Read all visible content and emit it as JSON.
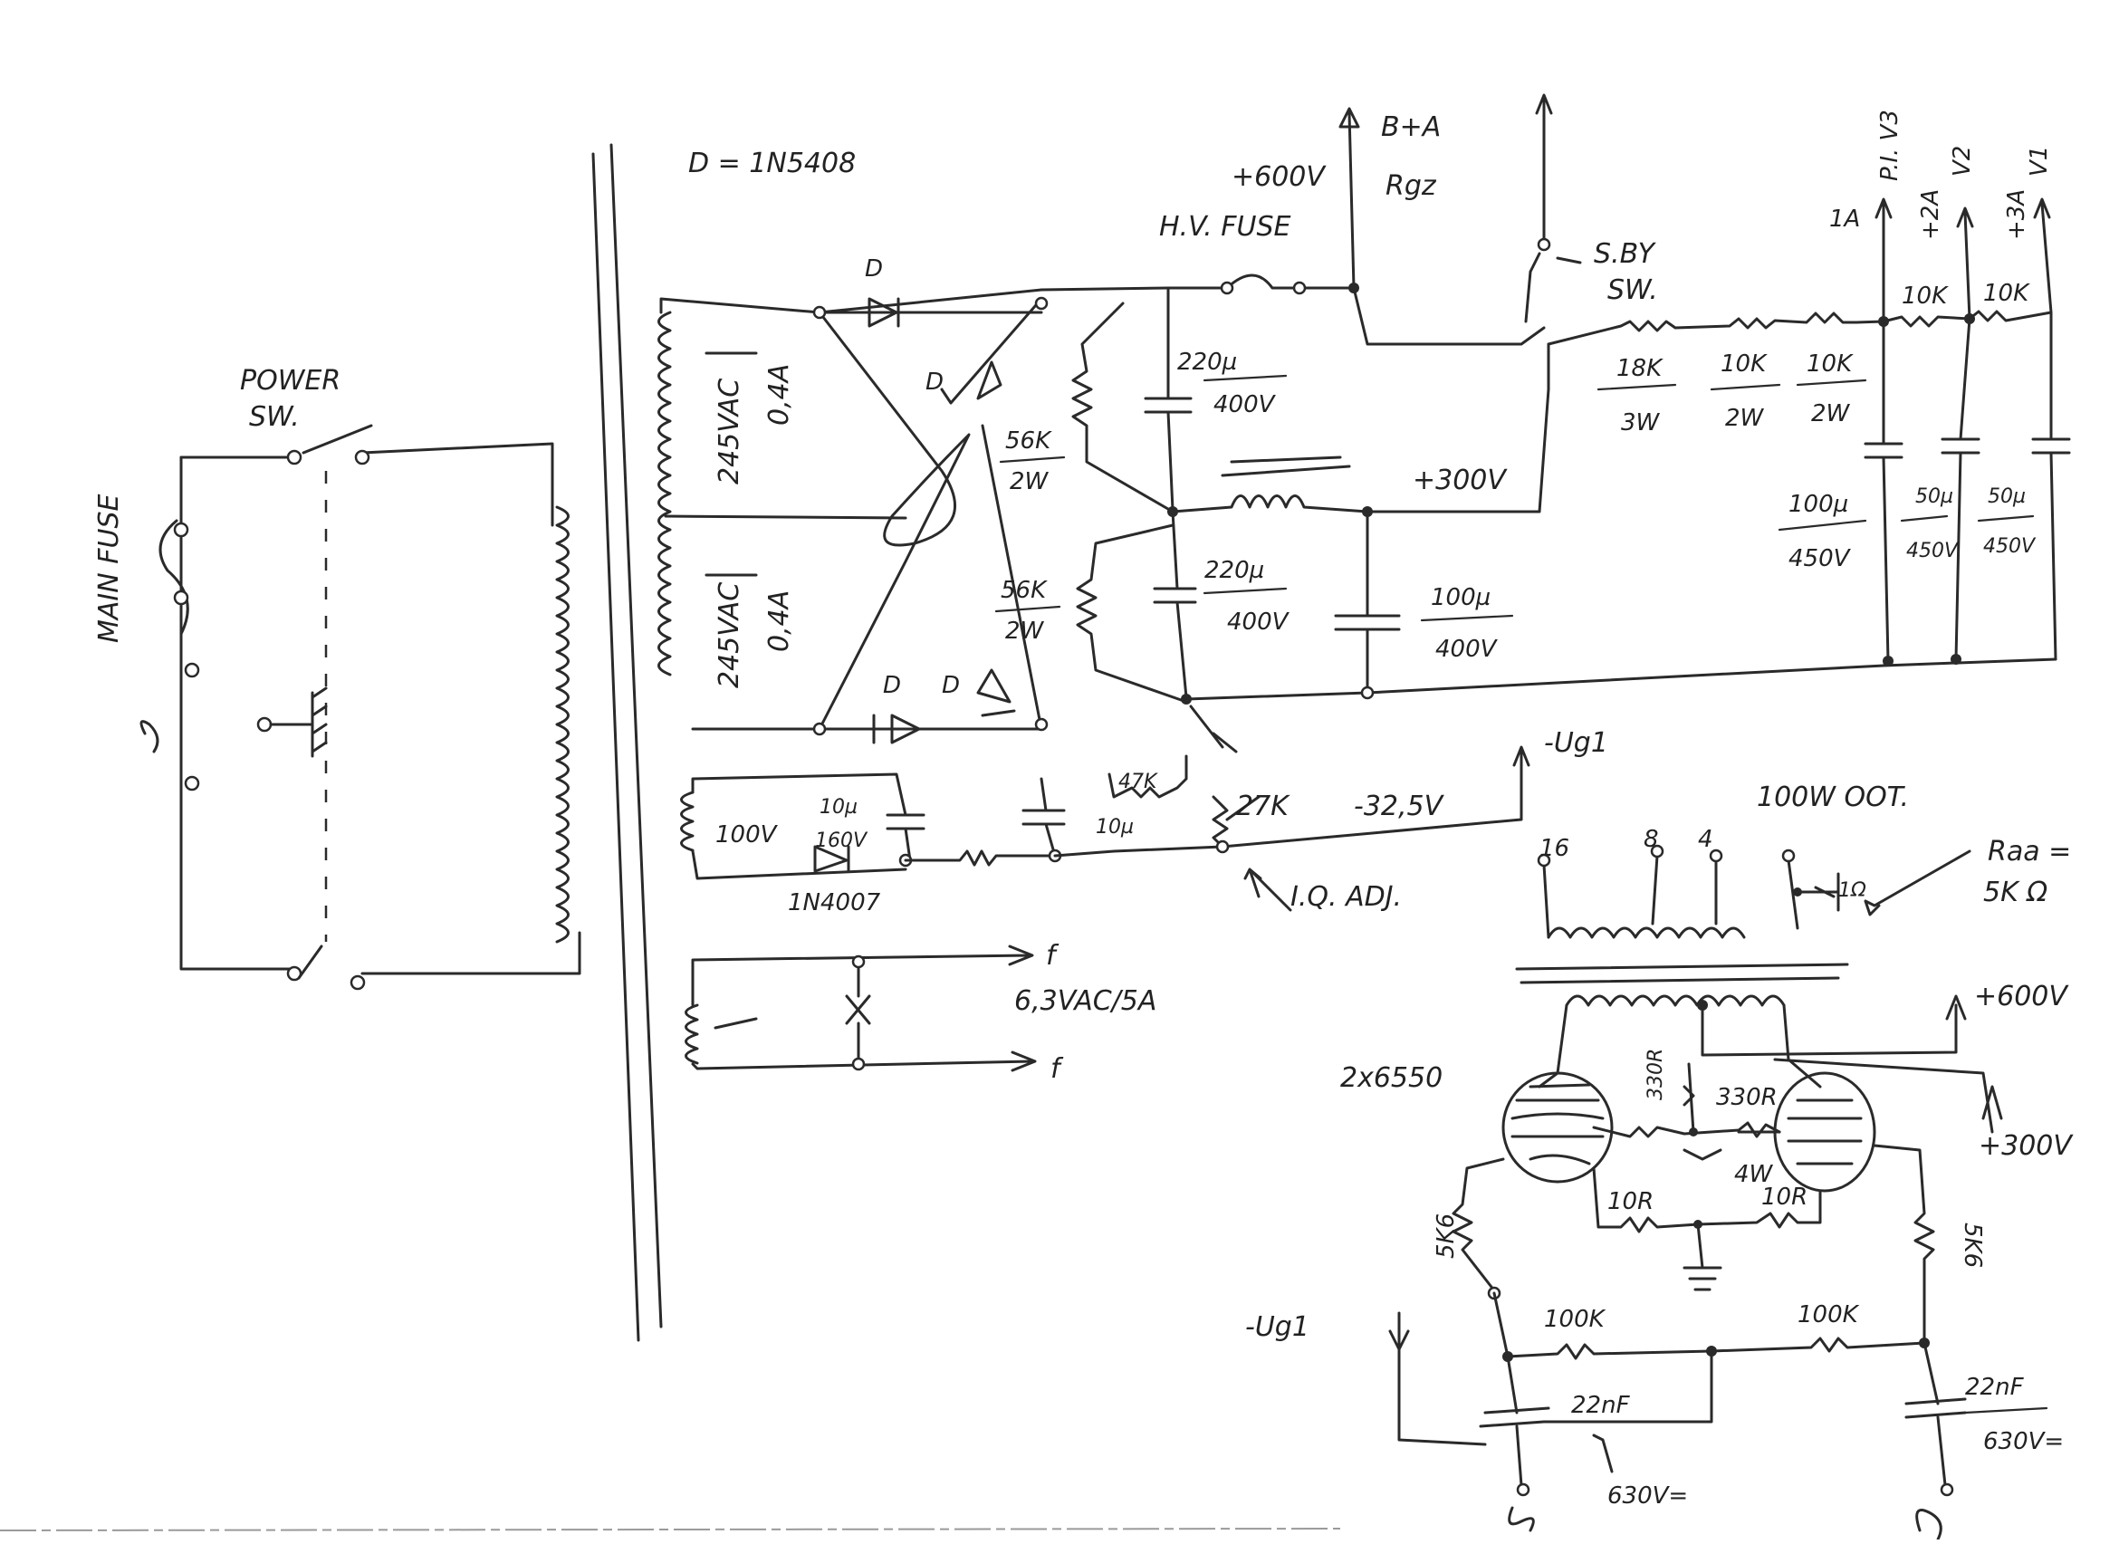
{
  "labels": {
    "main_fuse": "MAIN FUSE",
    "power_sw_1": "POWER",
    "power_sw_2": "SW.",
    "diode_type": "D = 1N5408",
    "d": "D",
    "sec1_v": "245VAC",
    "sec1_a": "0,4A",
    "sec2_v": "245VAC",
    "sec2_a": "0,4A",
    "hv_fuse": "H.V. FUSE",
    "plus600": "+600V",
    "b_plus_a": "B+A",
    "rgz": "Rgz",
    "stby_1": "S.BY",
    "stby_2": "SW.",
    "c1_val": "220µ",
    "c1_v": "400V",
    "r56k_a": "56K",
    "r56k_a_w": "2W",
    "c2_val": "220µ",
    "c2_v": "400V",
    "r56k_b": "56K",
    "r56k_b_w": "2W",
    "plus300": "+300V",
    "c3_val": "100µ",
    "c3_v": "400V",
    "r18k": "18K",
    "r18k_w": "3W",
    "r10k_a": "10K",
    "r10k_a_w": "2W",
    "r10k_b": "10K",
    "r10k_b_w": "2W",
    "r10k_c": "10K",
    "r10k_d": "10K",
    "pi_v3": "P.I. V3",
    "v2": "V2",
    "v1": "V1",
    "tap1": "1A",
    "tap2": "+2A",
    "tap3": "+3A",
    "c4_val": "100µ",
    "c4_v": "450V",
    "c5_val": "50µ",
    "c5_v": "450V",
    "c6_val": "50µ",
    "c6_v": "450V",
    "bias_v": "100V",
    "bias_c": "10µ",
    "bias_cv": "160V",
    "bias_c2": "10µ",
    "r47k": "47K",
    "r27k": "27K",
    "neg_v": "-32,5V",
    "neg_ug1": "-Ug1",
    "diode_1n4007": "1N4007",
    "iq_adj": "I.Q. ADJ.",
    "heater": "6,3VAC/5A",
    "f": "f",
    "oot": "100W OOT.",
    "tap_16": "16",
    "tap_8": "8",
    "tap_4": "4",
    "tap_r": "1Ω",
    "raa_1": "Raa =",
    "raa_2": "5K Ω",
    "out_600": "+600V",
    "out_300": "+300V",
    "tubes": "2x6550",
    "r330a": "330R",
    "r330b": "330R",
    "r330b_w": "4W",
    "r10r_a": "10R",
    "r10r_b": "10R",
    "r5k6_a": "5K6",
    "r5k6_b": "5K6",
    "r100k_a": "100K",
    "r100k_b": "100K",
    "ug1_in": "-Ug1",
    "c22n_a": "22nF",
    "c22n_a_v": "630V=",
    "c22n_b": "22nF",
    "c22n_b_v": "630V="
  }
}
